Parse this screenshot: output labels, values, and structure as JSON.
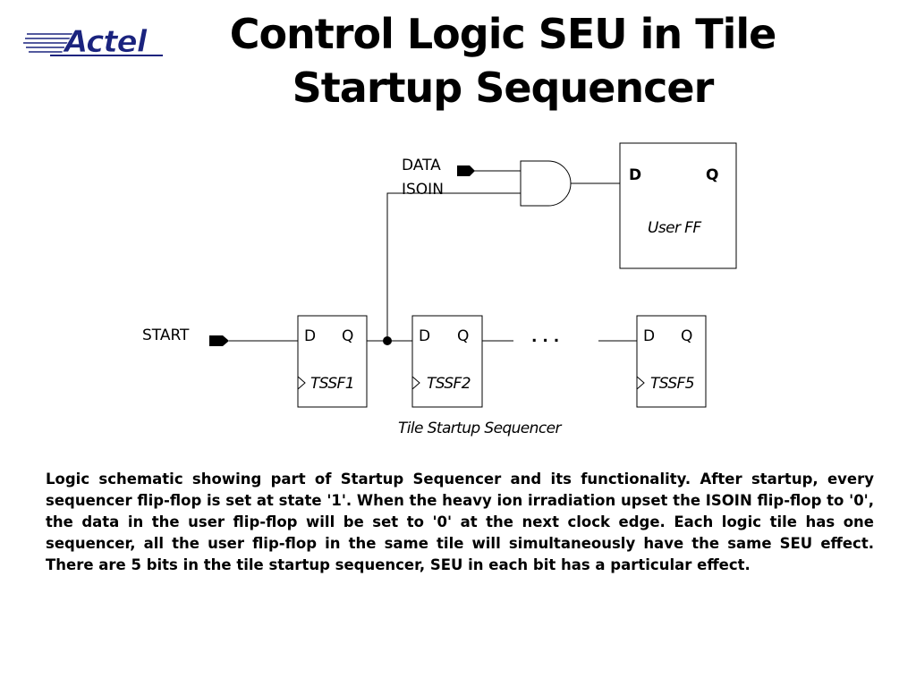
{
  "slide": {
    "title_line1": "Control Logic SEU in Tile",
    "title_line2": "Startup Sequencer",
    "logo_text": "Actel",
    "description": "Logic schematic showing part of Startup Sequencer and its functionality.  After startup, every sequencer flip-flop is set at state '1'.  When the heavy ion irradiation upset the ISOIN flip-flop to '0', the data in the user flip-flop will be set to '0' at the next clock edge.  Each logic tile has one sequencer, all the user flip-flop in the same tile will simultaneously have the same SEU effect. There are 5 bits in the tile startup sequencer, SEU in each bit has a particular effect."
  },
  "diagram": {
    "data_label": "DATA",
    "isoin_label": "ISOIN",
    "start_label": "START",
    "user_ff": {
      "d": "D",
      "q": "Q",
      "name": "User FF"
    },
    "flipflops": [
      {
        "d": "D",
        "q": "Q",
        "name": "TSSF1"
      },
      {
        "d": "D",
        "q": "Q",
        "name": "TSSF2"
      },
      {
        "d": "D",
        "q": "Q",
        "name": "TSSF5"
      }
    ],
    "ellipsis": ". . .",
    "caption": "Tile Startup Sequencer"
  }
}
